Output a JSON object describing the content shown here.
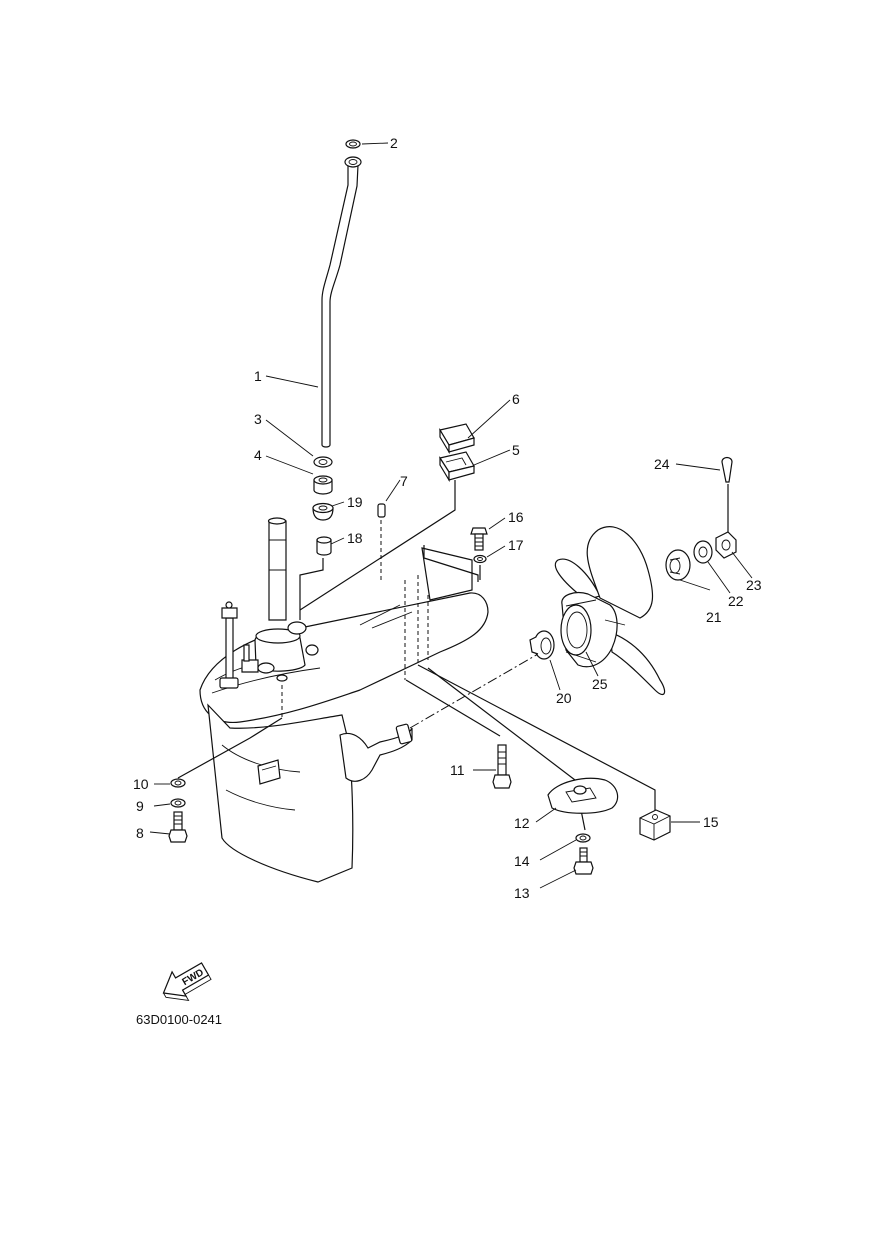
{
  "diagram": {
    "drawing_code": "63D0100-0241",
    "fwd_mark": "FWD",
    "callouts": [
      "1",
      "2",
      "3",
      "4",
      "5",
      "6",
      "7",
      "8",
      "9",
      "10",
      "11",
      "12",
      "13",
      "14",
      "15",
      "16",
      "17",
      "18",
      "19",
      "20",
      "21",
      "22",
      "23",
      "24",
      "25"
    ]
  }
}
